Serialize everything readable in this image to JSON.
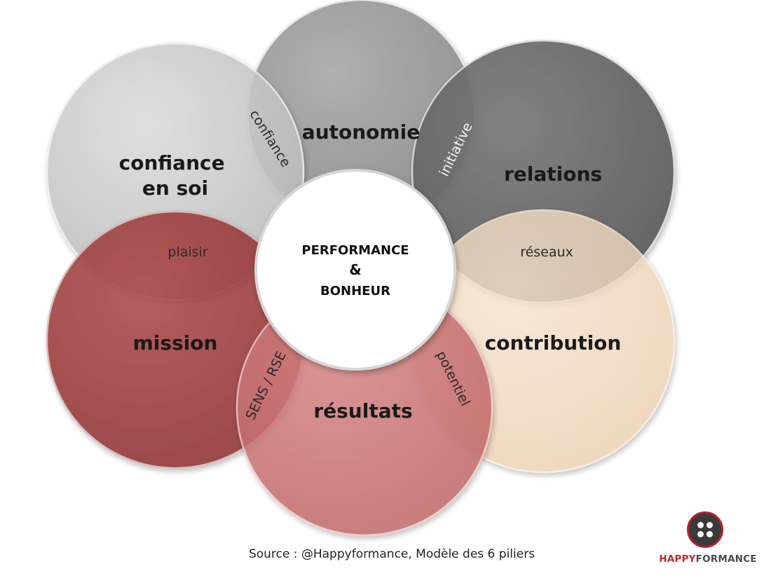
{
  "pillars": {
    "confiance": "confiance\nen soi",
    "autonomie": "autonomie",
    "relations": "relations",
    "mission": "mission",
    "resultats": "résultats",
    "contribution": "contribution"
  },
  "overlaps": {
    "confiance": "confiance",
    "initiative": "initiative",
    "plaisir": "plaisir",
    "reseaux": "réseaux",
    "sens": "SENS / RSE",
    "potentiel": "potentiel"
  },
  "center": {
    "line1": "PERFORMANCE",
    "line2": "&",
    "line3": "BONHEUR"
  },
  "source": "Source : @Happyformance, Modèle des 6 piliers",
  "logo": {
    "happy": "HAPPY",
    "formance": "FORMANCE"
  },
  "colors": {
    "confiance_en_soi": "#c7c7c7",
    "autonomie": "#9a9a9a",
    "relations": "#666666",
    "mission": "#9e3a3a",
    "resultats": "#c97070",
    "contribution": "#f0d8bc",
    "brand_red": "#c0262d"
  }
}
